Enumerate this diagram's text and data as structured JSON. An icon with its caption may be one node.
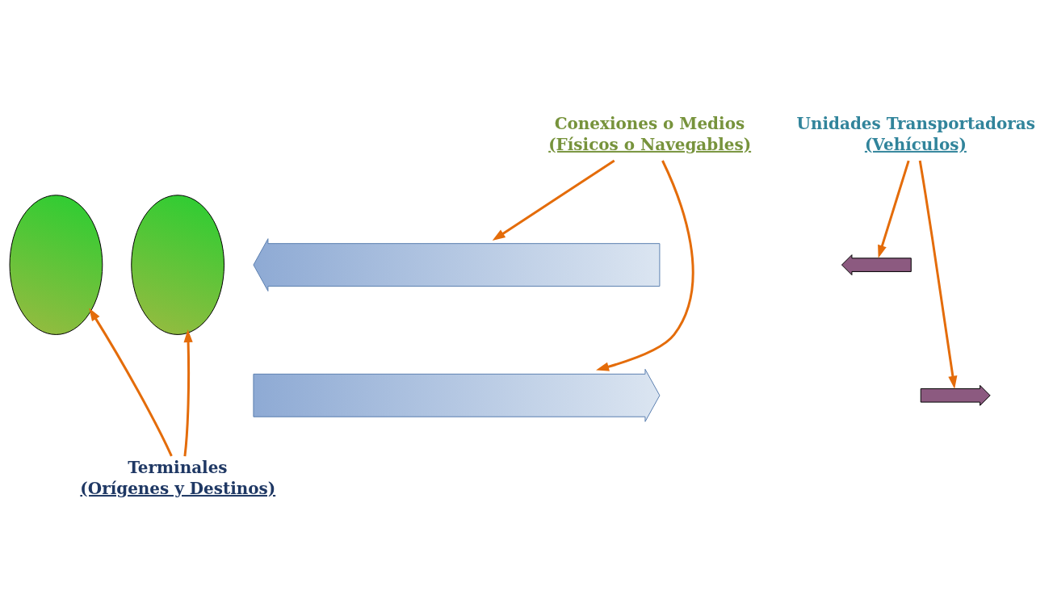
{
  "diagram": {
    "nodes": [
      {
        "text": [],
        "shape": "ellipse"
      },
      {
        "text": [],
        "shape": "ellipse"
      },
      {
        "text": [],
        "shape": "arrow"
      },
      {
        "text": [],
        "shape": "arrow"
      },
      {
        "text": [],
        "shape": "chevron"
      },
      {
        "text": [],
        "shape": "chevron"
      },
      {
        "text": [
          "Conexiones o Medios",
          "(Físicos o Navegables)"
        ]
      },
      {
        "text": [
          "Unidades Transportadoras",
          "(Vehículos)"
        ]
      },
      {
        "text": [
          "Terminales",
          "(Orígenes y Destinos)"
        ]
      }
    ],
    "edges": [
      {
        "from": 6,
        "to": 2,
        "arrow": "to"
      },
      {
        "from": 6,
        "to": 3,
        "arrow": "to"
      },
      {
        "from": 7,
        "to": 5,
        "arrow": "to"
      },
      {
        "from": 7,
        "to": 4,
        "arrow": "to"
      },
      {
        "from": 8,
        "to": 0,
        "arrow": "to"
      },
      {
        "from": 8,
        "to": 1,
        "arrow": "to"
      }
    ]
  }
}
